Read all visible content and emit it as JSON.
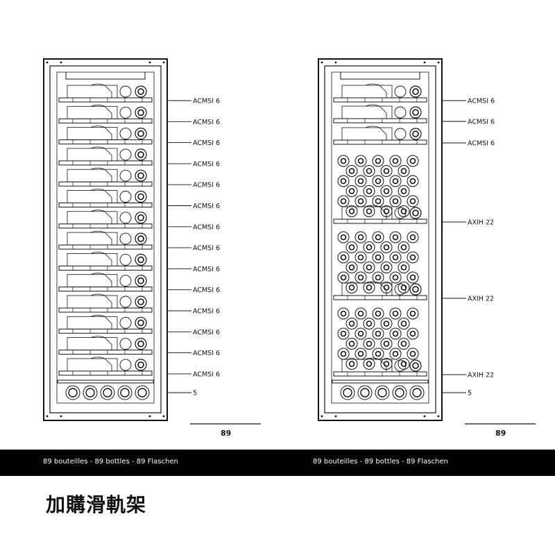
{
  "left": {
    "shelves": [
      "ACMSI 6",
      "ACMSI 6",
      "ACMSI 6",
      "ACMSI 6",
      "ACMSI 6",
      "ACMSI 6",
      "ACMSI 6",
      "ACMSI 6",
      "ACMSI 6",
      "ACMSI 6",
      "ACMSI 6",
      "ACMSI 6",
      "ACMSI 6",
      "ACMSI 6"
    ],
    "bottom": "5",
    "total": "89",
    "caption": "89 bouteilles - 89 bottles - 89 Flaschen"
  },
  "right": {
    "shelves": [
      "ACMSI 6",
      "ACMSI 6",
      "ACMSI 6"
    ],
    "racks": [
      "AXIH 22",
      "AXIH 22",
      "AXIH 22"
    ],
    "bottom": "5",
    "total": "89",
    "caption": "89 bouteilles - 89 bottles - 89 Flaschen"
  },
  "title": "加購滑軌架"
}
